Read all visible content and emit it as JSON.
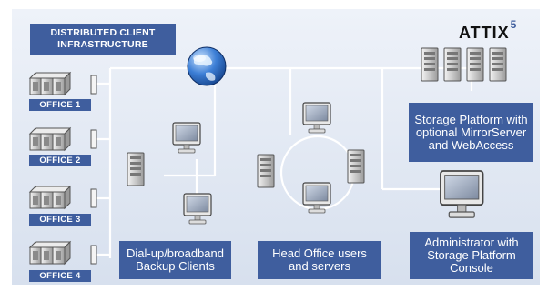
{
  "header": {
    "title_line1": "DISTRIBUTED CLIENT",
    "title_line2": "INFRASTRUCTURE",
    "brand": "ATTIX",
    "brand_sup": "5"
  },
  "offices": [
    {
      "label": "OFFICE 1"
    },
    {
      "label": "OFFICE 2"
    },
    {
      "label": "OFFICE 3"
    },
    {
      "label": "OFFICE 4"
    }
  ],
  "captions": {
    "storage": "Storage Platform with optional MirrorServer and WebAccess",
    "dialup": "Dial-up/broadband Backup Clients",
    "headoffice": "Head Office users and servers",
    "admin": "Administrator with Storage Platform Console"
  },
  "colors": {
    "background": "#dfe6f2",
    "panel": "#3f5e9e",
    "line": "#ffffff"
  },
  "icons": [
    "globe-icon",
    "server-icon",
    "computer-icon",
    "office-building-icon"
  ]
}
